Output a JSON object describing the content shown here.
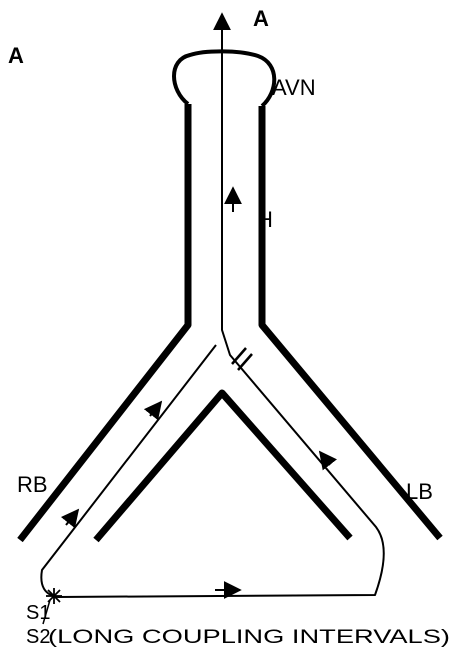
{
  "panel_label": "A",
  "top_label": "A",
  "node_label": "AVN",
  "bundle_label": "H",
  "right_branch_label": "RB",
  "left_branch_label": "LB",
  "stimulus_s1": "S1",
  "stimulus_s2": "S2",
  "caption": "(LONG COUPLING INTERVALS)",
  "colors": {
    "ink": "#000000",
    "background": "#ffffff"
  }
}
